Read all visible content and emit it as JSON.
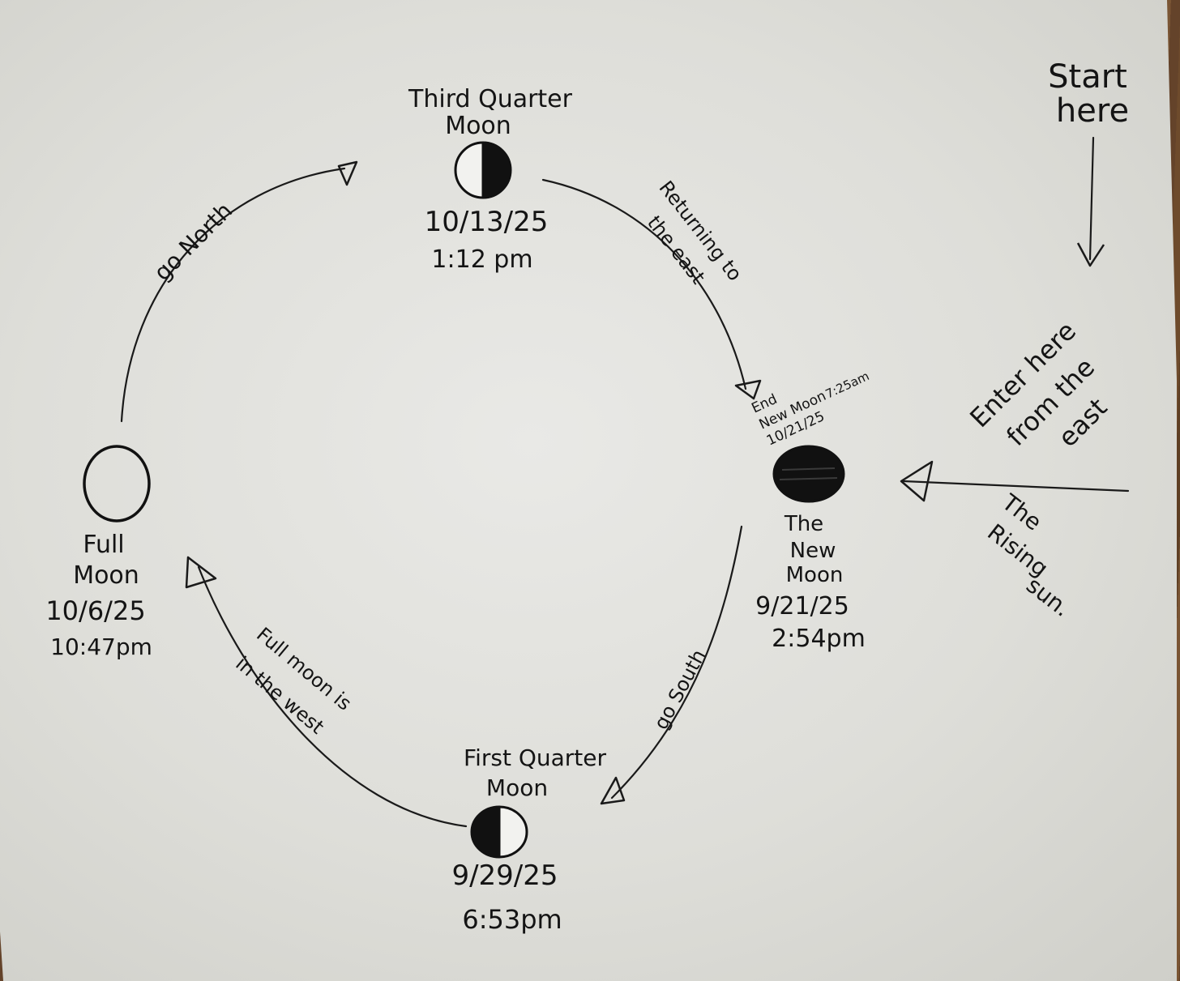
{
  "diagram": {
    "start": {
      "line1": "Start",
      "line2": "here"
    },
    "enter": {
      "line1": "Enter here",
      "line2": "from the",
      "line3": "east"
    },
    "rising_sun": {
      "line1": "The",
      "line2": "Rising",
      "line3": "sun."
    },
    "new_moon": {
      "line1": "The",
      "line2": "New",
      "line3": "Moon",
      "date": "9/21/25",
      "time": "2:54pm"
    },
    "end_new_moon": {
      "line1": "End",
      "line2": "New Moon",
      "date": "10/21/25",
      "time": "7:25am"
    },
    "first_quarter": {
      "line1": "First Quarter",
      "line2": "Moon",
      "date": "9/29/25",
      "time": "6:53pm"
    },
    "full_moon": {
      "line1": "Full",
      "line2": "Moon",
      "date": "10/6/25",
      "time": "10:47pm"
    },
    "third_quarter": {
      "line1": "Third Quarter",
      "line2": "Moon",
      "date": "10/13/25",
      "time": "1:12 pm"
    },
    "arcs": {
      "south": "go South",
      "west_line1": "Full moon is",
      "west_line2": "in the west",
      "north": "go North",
      "returning_line1": "Returning to",
      "returning_line2": "the east"
    }
  }
}
